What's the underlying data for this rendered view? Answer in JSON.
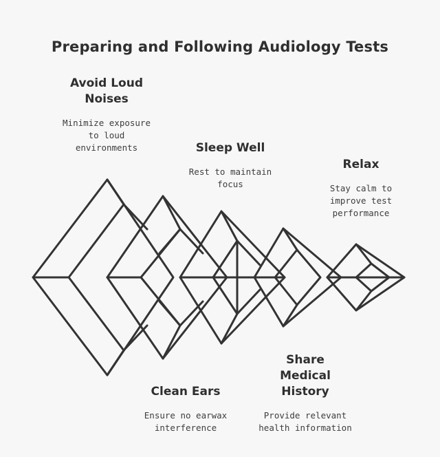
{
  "title": "Preparing and Following Audiology Tests",
  "steps": [
    {
      "head": [
        "Avoid Loud",
        "Noises"
      ],
      "desc": [
        "Minimize exposure",
        "to loud",
        "environments"
      ]
    },
    {
      "head": [
        "Clean Ears"
      ],
      "desc": [
        "Ensure no earwax",
        "interference"
      ]
    },
    {
      "head": [
        "Sleep Well"
      ],
      "desc": [
        "Rest to maintain",
        "focus"
      ]
    },
    {
      "head": [
        "Share",
        "Medical",
        "History"
      ],
      "desc": [
        "Provide relevant",
        "health information"
      ]
    },
    {
      "head": [
        "Relax"
      ],
      "desc": [
        "Stay calm to",
        "improve test",
        "performance"
      ]
    }
  ]
}
